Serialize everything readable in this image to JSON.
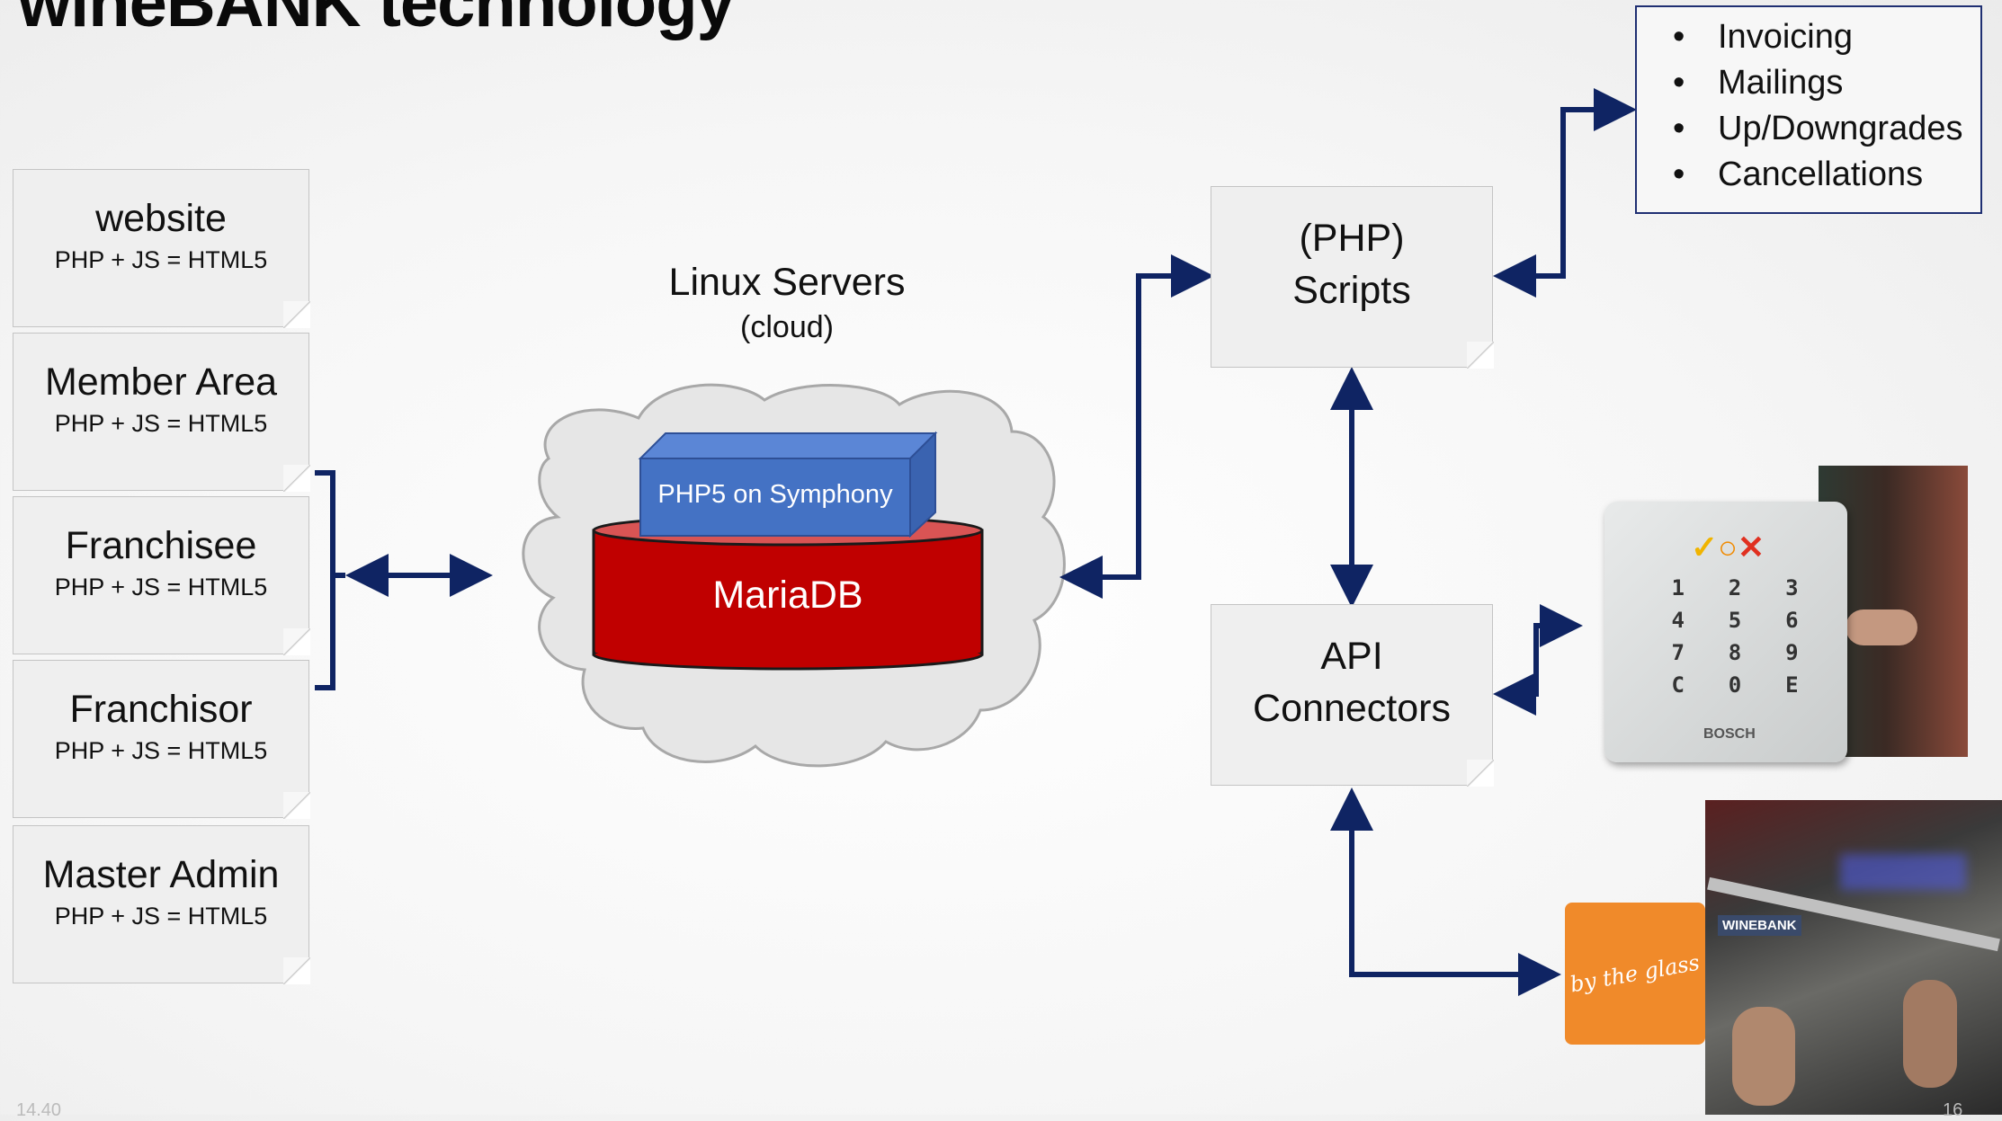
{
  "slide": {
    "title": "wineBANK technology",
    "footer_left": "14.40",
    "footer_right": "16"
  },
  "clients": [
    {
      "name": "website",
      "tech": "PHP + JS = HTML5"
    },
    {
      "name": "Member Area",
      "tech": "PHP + JS = HTML5"
    },
    {
      "name": "Franchisee",
      "tech": "PHP + JS = HTML5"
    },
    {
      "name": "Franchisor",
      "tech": "PHP + JS = HTML5"
    },
    {
      "name": "Master Admin",
      "tech": "PHP + JS = HTML5"
    }
  ],
  "servers": {
    "label": "Linux Servers",
    "sublabel": "(cloud)",
    "framework": "PHP5 on Symphony",
    "database": "MariaDB"
  },
  "scripts": {
    "line1": "(PHP)",
    "line2": "Scripts"
  },
  "connectors": {
    "line1": "API",
    "line2": "Connectors"
  },
  "script_tasks": [
    "Invoicing",
    "Mailings",
    "Up/Downgrades",
    "Cancellations"
  ],
  "keypad": {
    "brand": "BOSCH",
    "keys": [
      "1",
      "2",
      "3",
      "4",
      "5",
      "6",
      "7",
      "8",
      "9",
      "C",
      "0",
      "E"
    ],
    "status_icons": [
      "check-icon",
      "circle-icon",
      "cross-icon"
    ],
    "colors": {
      "check": "#f0b400",
      "circle": "#f08a00",
      "cross": "#e03020"
    }
  },
  "partner_logo": {
    "text": "by the glass",
    "color": "#f08a2a"
  },
  "photo_signage": "WINEBANK",
  "colors": {
    "connector": "#0f2463",
    "database": "#c00000",
    "framework": "#4472c4"
  }
}
